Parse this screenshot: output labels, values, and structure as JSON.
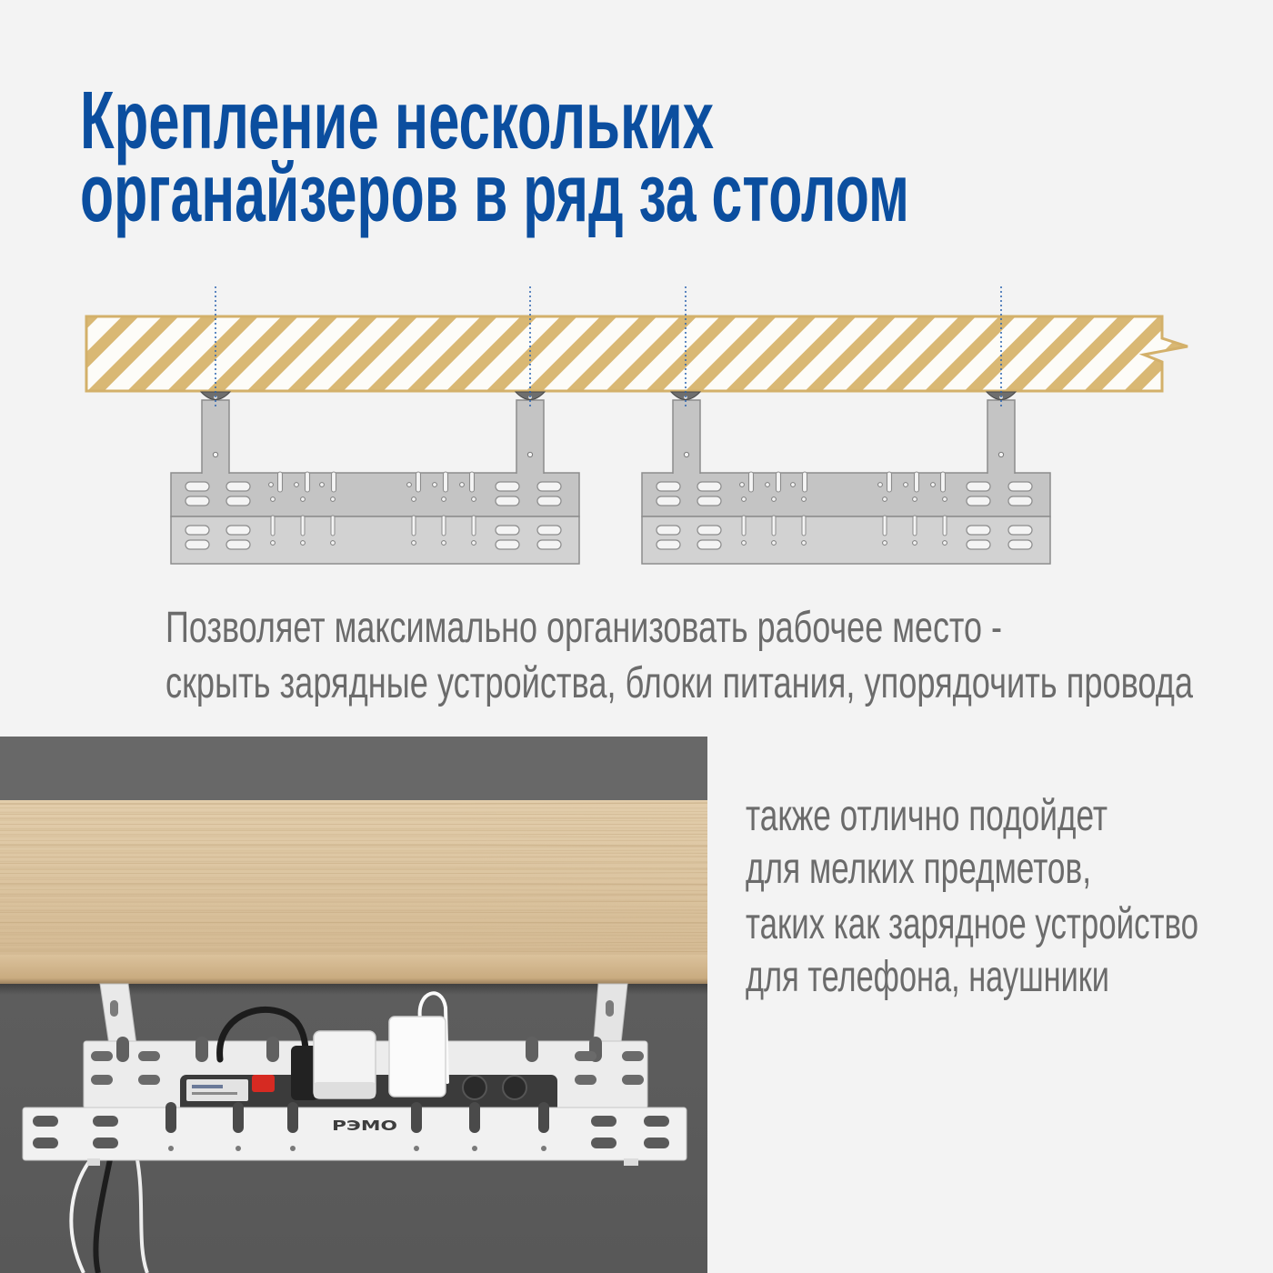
{
  "title": {
    "line1": "Крепление нескольких",
    "line2": "органайзеров в ряд за столом"
  },
  "description": {
    "line1": "Позволяет максимально организовать рабочее место -",
    "line2": "скрыть зарядные устройства, блоки питания, упорядочить провода"
  },
  "side_note": {
    "lines": [
      "также отлично подойдет",
      "для мелких предметов,",
      "таких как зарядное устройство",
      "для телефона, наушники"
    ]
  },
  "photo": {
    "power_strip_brand": "РЭМО"
  },
  "colors": {
    "background": "#f3f3f3",
    "title": "#0b4e9f",
    "text": "#6b6b6b",
    "wood_hatch": "#d9b874",
    "guide_line": "#2a63b0",
    "organizer": "#c4c4c4"
  }
}
